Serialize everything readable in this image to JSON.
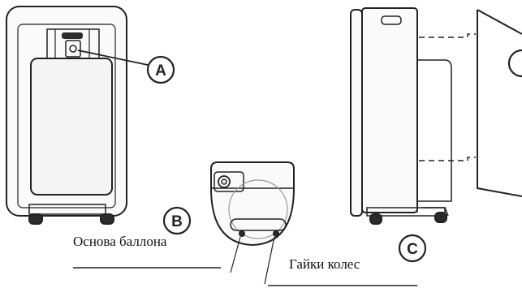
{
  "callouts": {
    "a": "A",
    "b": "B",
    "c": "C",
    "d_partial": "("
  },
  "labels": {
    "cylinder_base": "Основа баллона",
    "wheel_nuts": "Гайки колес"
  },
  "colors": {
    "stroke": "#222222",
    "panel_fill": "#f4f4f4",
    "dark_fill": "#2b2b2b"
  }
}
